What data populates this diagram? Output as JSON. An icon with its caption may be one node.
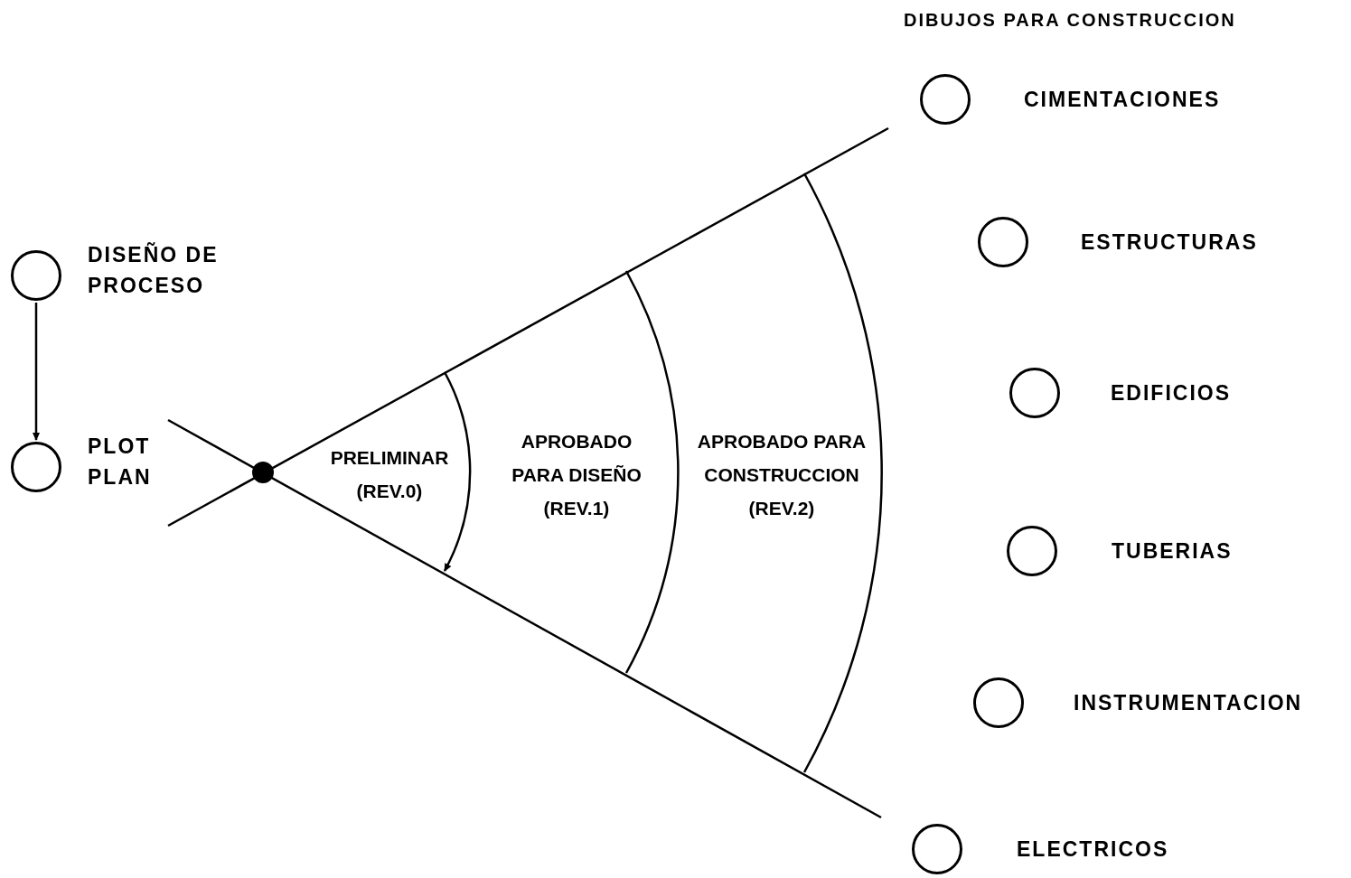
{
  "diagram": {
    "nodes": [
      {
        "text": [],
        "shape": "circle",
        "beside": [
          "DISEÑO DE PROCESO"
        ]
      },
      {
        "text": [],
        "shape": "circle",
        "beside": [
          "PLOT PLAN"
        ]
      },
      {
        "text": [],
        "shape": "circle",
        "beside": [
          "CIMENTACIONES"
        ]
      },
      {
        "text": [],
        "shape": "circle",
        "beside": [
          "ESTRUCTURAS"
        ]
      },
      {
        "text": [],
        "shape": "circle",
        "beside": [
          "EDIFICIOS"
        ]
      },
      {
        "text": [],
        "shape": "circle",
        "beside": [
          "TUBERIAS"
        ]
      },
      {
        "text": [],
        "shape": "circle",
        "beside": [
          "INSTRUMENTACION"
        ]
      },
      {
        "text": [],
        "shape": "circle",
        "beside": [
          "ELECTRICOS"
        ]
      }
    ],
    "edges": [
      {
        "from": 0,
        "to": 1,
        "arrow": "to"
      }
    ],
    "labels": [
      "DIBUJOS PARA CONSTRUCCION",
      "PRELIMINAR (REV.0)",
      "APROBADO PARA DISEÑO (REV.1)",
      "APROBADO PARA CONSTRUCCION (REV.2)"
    ]
  }
}
